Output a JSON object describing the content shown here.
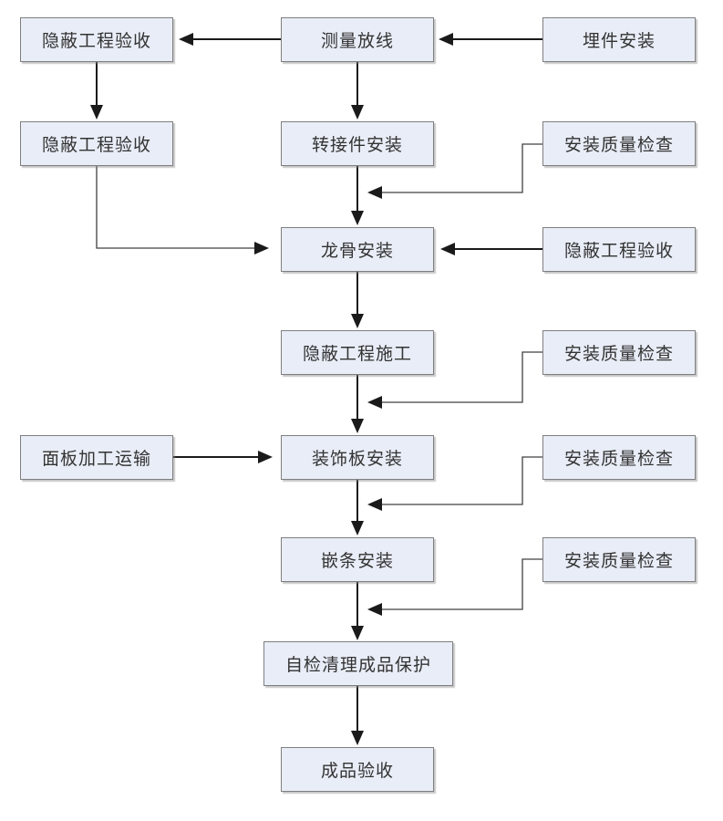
{
  "diagram": {
    "type": "flowchart",
    "nodes": [
      {
        "label": "隐蔽工程验收"
      },
      {
        "label": "测量放线"
      },
      {
        "label": "埋件安装"
      },
      {
        "label": "隐蔽工程验收"
      },
      {
        "label": "转接件安装"
      },
      {
        "label": "安装质量检查"
      },
      {
        "label": "龙骨安装"
      },
      {
        "label": "隐蔽工程验收"
      },
      {
        "label": "隐蔽工程施工"
      },
      {
        "label": "安装质量检查"
      },
      {
        "label": "面板加工运输"
      },
      {
        "label": "装饰板安装"
      },
      {
        "label": "安装质量检查"
      },
      {
        "label": "嵌条安装"
      },
      {
        "label": "安装质量检查"
      },
      {
        "label": "自检清理成品保护"
      },
      {
        "label": "成品验收"
      }
    ],
    "edges": [
      {
        "from": 2,
        "to": 1,
        "kind": "flow"
      },
      {
        "from": 1,
        "to": 0,
        "kind": "flow"
      },
      {
        "from": 0,
        "to": 3,
        "kind": "flow"
      },
      {
        "from": 1,
        "to": 4,
        "kind": "flow"
      },
      {
        "from": 4,
        "to": 6,
        "kind": "flow"
      },
      {
        "from": 5,
        "to": 6,
        "kind": "check"
      },
      {
        "from": 3,
        "to": 6,
        "kind": "merge"
      },
      {
        "from": 7,
        "to": 6,
        "kind": "flow"
      },
      {
        "from": 6,
        "to": 8,
        "kind": "flow"
      },
      {
        "from": 8,
        "to": 11,
        "kind": "flow"
      },
      {
        "from": 9,
        "to": 11,
        "kind": "check"
      },
      {
        "from": 10,
        "to": 11,
        "kind": "flow"
      },
      {
        "from": 11,
        "to": 13,
        "kind": "flow"
      },
      {
        "from": 12,
        "to": 13,
        "kind": "check"
      },
      {
        "from": 13,
        "to": 15,
        "kind": "flow"
      },
      {
        "from": 14,
        "to": 15,
        "kind": "check"
      },
      {
        "from": 15,
        "to": 16,
        "kind": "flow"
      }
    ],
    "colors": {
      "node_fill": "#e8edf7",
      "node_border": "#7f7f7f",
      "flow_line": "#1a1a1a",
      "check_line": "#404040",
      "text": "#333333",
      "background": "#ffffff"
    }
  }
}
